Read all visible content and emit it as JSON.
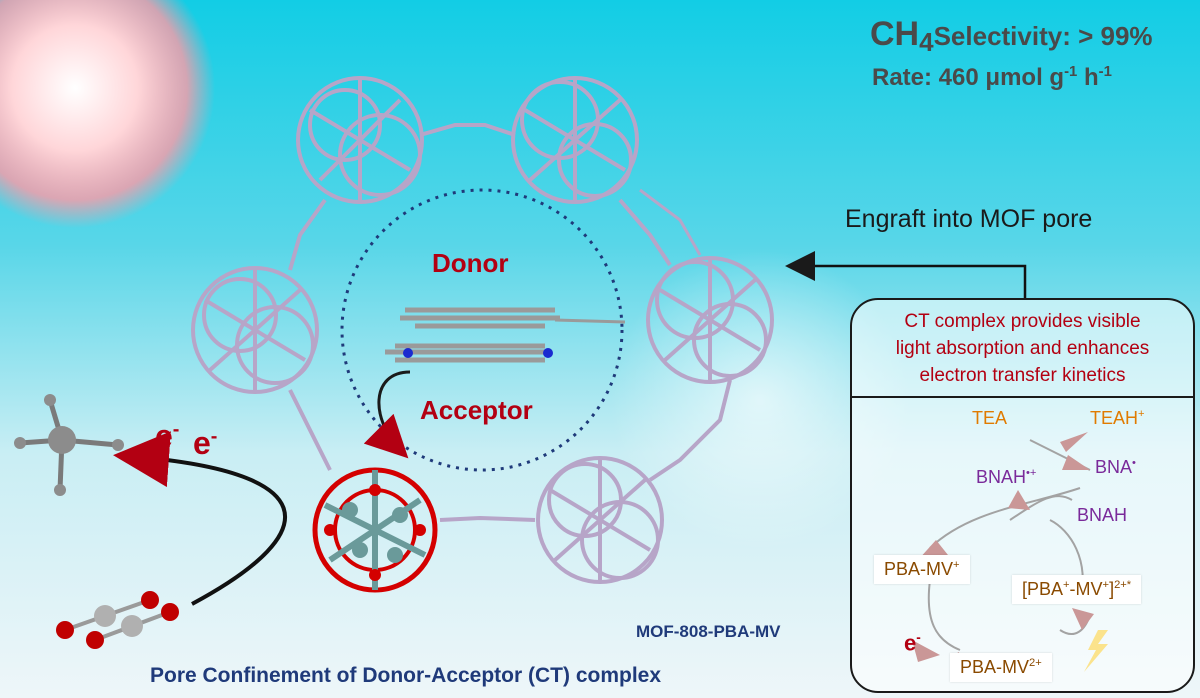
{
  "header": {
    "selectivity_molecule": "CH",
    "selectivity_subscript": "4",
    "selectivity_text": "Selectivity: > 99%",
    "rate_prefix": "Rate: 460 μmol g",
    "rate_sup1": "-1",
    "rate_h": " h",
    "rate_sup2": "-1"
  },
  "labels": {
    "engraft": "Engraft into MOF pore",
    "donor": "Donor",
    "acceptor": "Acceptor",
    "electron": "e",
    "electron_sup": "-",
    "mof_name": "MOF-808-PBA-MV",
    "caption": "Pore Confinement of Donor-Acceptor (CT) complex"
  },
  "panel": {
    "text_line1": "CT complex provides visible",
    "text_line2": "light absorption and enhances",
    "text_line3": "electron transfer kinetics",
    "tea": "TEA",
    "teah": "TEAH",
    "teah_sup": "+",
    "bna": "BNA",
    "bna_sup": "•",
    "bnah_rad": "BNAH",
    "bnah_rad_sup": "•+",
    "bnah": "BNAH",
    "pba_mv_plus": "PBA-MV",
    "pba_mv_plus_sup": "+",
    "excited_a": "[PBA",
    "excited_a_sup": "+",
    "excited_b": "-MV",
    "excited_b_sup": "+",
    "excited_c": "]",
    "excited_c_sup": "2+*",
    "pba_mv2": "PBA-MV",
    "pba_mv2_sup": "2+",
    "electron": "e",
    "electron_sup": "-"
  },
  "colors": {
    "dark_red": "#b30012",
    "orange": "#e07b00",
    "purple": "#7a2a9a",
    "brown": "#8a4a00",
    "navy": "#1f3a7a",
    "framework": "#b7a5c8",
    "sky_top": "#13cde5"
  }
}
